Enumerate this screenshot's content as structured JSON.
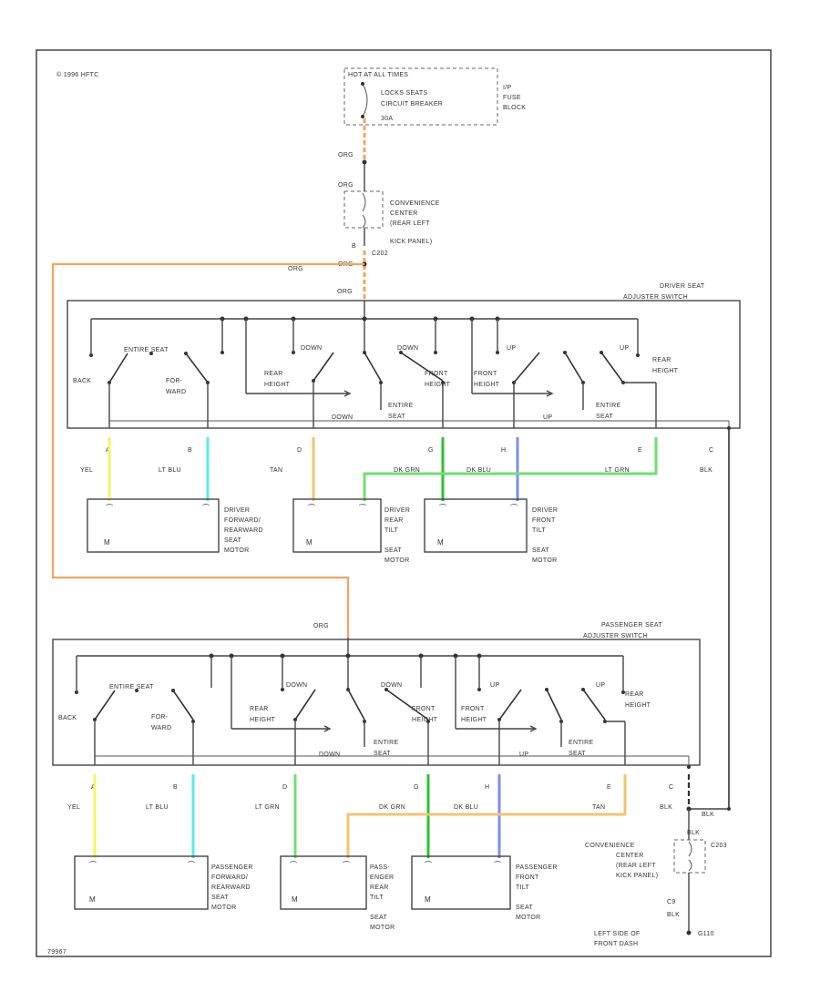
{
  "copyright": "© 1996 HFTC",
  "figure_id": "79967",
  "colors": {
    "orange": "#f5a45a",
    "yellow": "#f4f46a",
    "light_blue": "#5fe8e8",
    "tan": "#f0c470",
    "light_green": "#6fe06f",
    "dark_green": "#30c030",
    "dark_blue": "#7b8ef0",
    "black_wire": "#333333"
  },
  "power": {
    "hot_at_all_times": "HOT AT ALL TIMES",
    "breaker": [
      "LOCKS SEATS",
      "CIRCUIT BREAKER",
      "30A"
    ],
    "fuse_block": [
      "I/P",
      "FUSE",
      "BLOCK"
    ],
    "wire_org_1": "ORG",
    "wire_org_2": "ORG",
    "convenience_center": [
      "CONVENIENCE",
      "CENTER",
      "(REAR LEFT",
      "KICK PANEL)"
    ],
    "pin_b": "B",
    "connector_c202": "C202",
    "wire_org_3": "ORG",
    "wire_org_run": "ORG",
    "wire_org_4": "ORG"
  },
  "driver": {
    "title": [
      "DRIVER SEAT",
      "ADJUSTER SWITCH"
    ],
    "entire_seat_top": "ENTIRE SEAT",
    "back": "BACK",
    "forward": [
      "FOR-",
      "WARD"
    ],
    "down": "DOWN",
    "down2": "DOWN",
    "down3": "DOWN",
    "rear_height": [
      "REAR",
      "HEIGHT"
    ],
    "front_height": [
      "FRONT",
      "HEIGHT"
    ],
    "front_height2": [
      "FRONT",
      "HEIGHT"
    ],
    "entire_seat": [
      "ENTIRE",
      "SEAT"
    ],
    "up1": "UP",
    "up2": "UP",
    "up3": "UP",
    "rear_height_right": [
      "REAR",
      "HEIGHT"
    ],
    "entire_seat2": [
      "ENTIRE",
      "SEAT"
    ],
    "pins": [
      "A",
      "B",
      "D",
      "G",
      "H",
      "E",
      "C"
    ],
    "wires": [
      "YEL",
      "LT BLU",
      "TAN",
      "DK GRN",
      "DK BLU",
      "LT GRN",
      "BLK"
    ],
    "motors": [
      [
        "DRIVER",
        "FORWARD/",
        "REARWARD",
        "SEAT",
        "MOTOR"
      ],
      [
        "DRIVER",
        "REAR",
        "TILT",
        "SEAT",
        "MOTOR"
      ],
      [
        "DRIVER",
        "FRONT",
        "TILT",
        "SEAT",
        "MOTOR"
      ]
    ],
    "motor_symbol": "M"
  },
  "passenger": {
    "wire_org": "ORG",
    "title": [
      "PASSENGER SEAT",
      "ADJUSTER SWITCH"
    ],
    "entire_seat_top": "ENTIRE SEAT",
    "back": "BACK",
    "forward": [
      "FOR-",
      "WARD"
    ],
    "down": "DOWN",
    "down2": "DOWN",
    "down3": "DOWN",
    "rear_height": [
      "REAR",
      "HEIGHT"
    ],
    "front_height": [
      "FRONT",
      "HEIGHT"
    ],
    "front_height2": [
      "FRONT",
      "HEIGHT"
    ],
    "entire_seat": [
      "ENTIRE",
      "SEAT"
    ],
    "up1": "UP",
    "up2": "UP",
    "up3": "UP",
    "rear_height_right": [
      "REAR",
      "HEIGHT"
    ],
    "entire_seat2": [
      "ENTIRE",
      "SEAT"
    ],
    "pins": [
      "A",
      "B",
      "D",
      "G",
      "H",
      "E",
      "C"
    ],
    "wires": [
      "YEL",
      "LT BLU",
      "LT GRN",
      "DK GRN",
      "DK BLU",
      "TAN",
      "BLK"
    ],
    "motors": [
      [
        "PASSENGER",
        "FORWARD/",
        "REARWARD",
        "SEAT",
        "MOTOR"
      ],
      [
        "PASS-",
        "ENGER",
        "REAR",
        "TILT",
        "SEAT",
        "MOTOR"
      ],
      [
        "PASSENGER",
        "FRONT",
        "TILT",
        "SEAT",
        "MOTOR"
      ]
    ],
    "motor_symbol": "M"
  },
  "ground": {
    "blk_1": "BLK",
    "blk_2": "BLK",
    "convenience_center": [
      "CONVENIENCE",
      "CENTER",
      "(REAR LEFT",
      "KICK PANEL)"
    ],
    "connector_c203": "C203",
    "pin_c9": "C9",
    "blk_3": "BLK",
    "ground_location": [
      "LEFT SIDE OF",
      "FRONT DASH"
    ],
    "ground_id": "G110"
  }
}
